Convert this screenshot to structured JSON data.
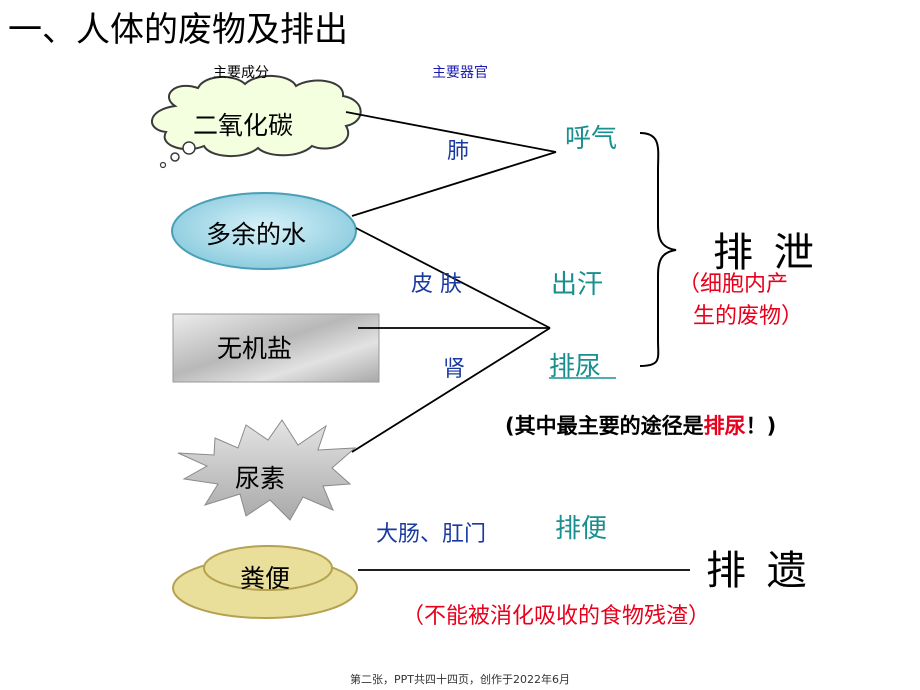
{
  "title": "一、人体的废物及排出",
  "headers": {
    "components": "主要成分",
    "organs": "主要器官"
  },
  "wastes": {
    "co2": "二氧化碳",
    "water": "多余的水",
    "salt": "无机盐",
    "urea": "尿素",
    "feces": "粪便"
  },
  "organs": {
    "lung": "肺",
    "skin": "皮 肤",
    "kidney": "肾",
    "intestine": "大肠、肛门"
  },
  "modes": {
    "breath": "呼气",
    "sweat": "出汗",
    "urine": "排尿",
    "defecate": "排便"
  },
  "excretion": {
    "label": "排 泄",
    "note_line1": "（细胞内产",
    "note_line2": "生的废物）"
  },
  "egestion": {
    "label": "排 遗",
    "note": "（不能被消化吸收的食物残渣）"
  },
  "main_route": {
    "prefix": "(其中最主要的途径是",
    "highlight": "排尿",
    "suffix": "！)"
  },
  "footer": "第二张，PPT共四十四页，创作于2022年6月",
  "colors": {
    "organ": "#1a3aa0",
    "mode": "#1a8f8f",
    "note": "#e8001c"
  }
}
